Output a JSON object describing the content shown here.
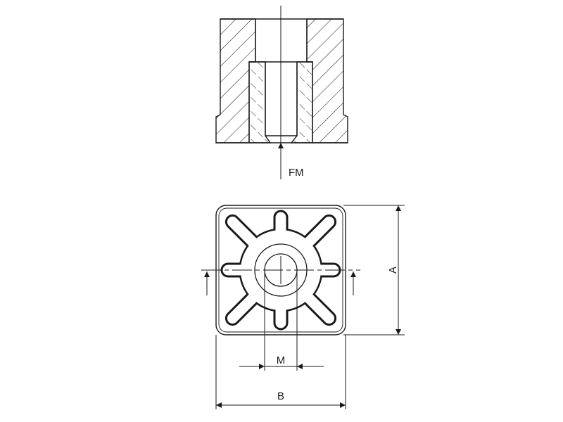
{
  "labels": {
    "force": "FM",
    "dim_height": "A",
    "dim_width": "B",
    "dim_thread": "M"
  },
  "colors": {
    "line": "#1a1a1a",
    "background": "#ffffff"
  }
}
